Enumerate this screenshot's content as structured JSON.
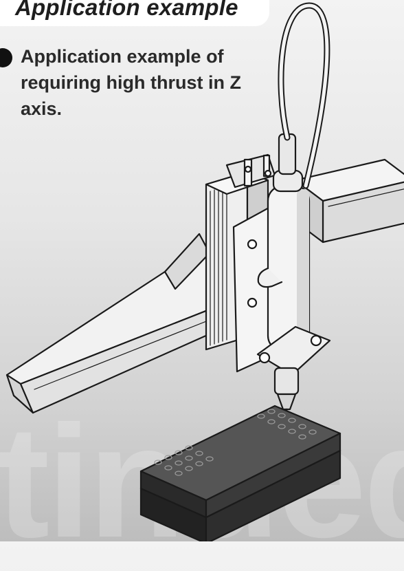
{
  "header": {
    "title": "Application example"
  },
  "description": {
    "text": "Application example of requiring high thrust in Z axis."
  },
  "watermark": {
    "text": "tinued"
  },
  "illustration": {
    "subject": "cartesian-robot-with-screwdriver"
  }
}
